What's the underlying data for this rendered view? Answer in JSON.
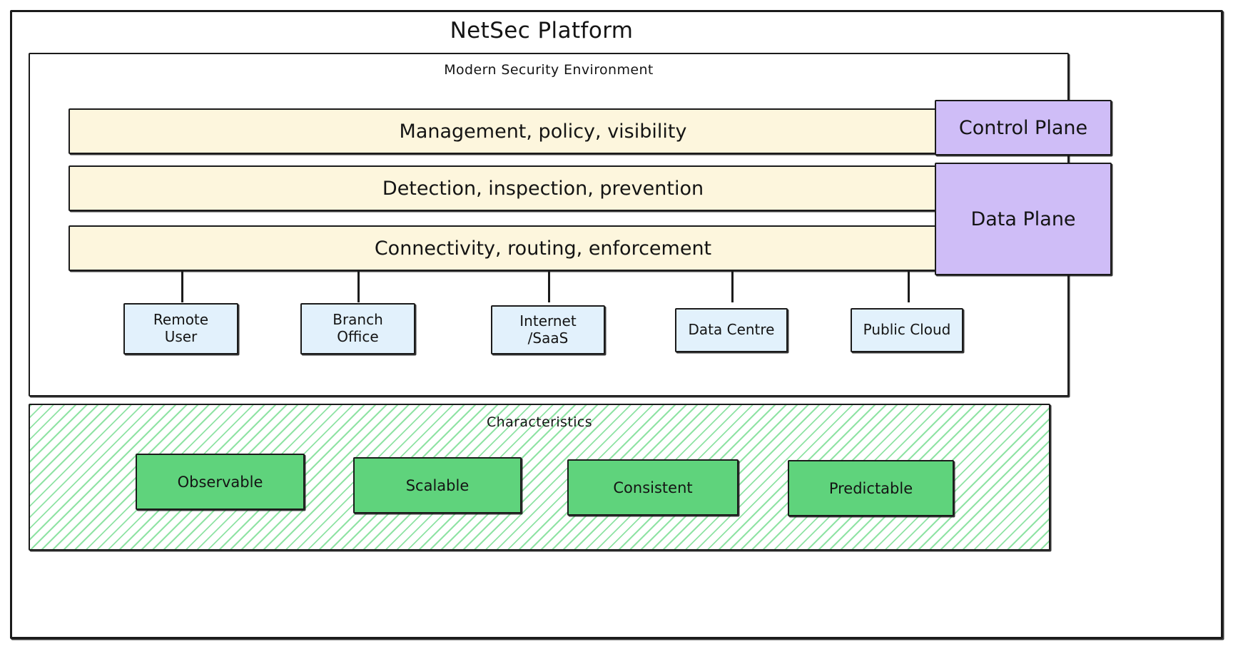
{
  "diagram": {
    "title": "NetSec Platform",
    "subtitle": "Modern Security Environment",
    "characteristics_title": "Characteristics",
    "accent_colors": {
      "layer_fill": "#fdf6dd",
      "plane_fill": "#cfbdf7",
      "node_fill": "#e2f1fc",
      "characteristic_fill": "#5fd37c",
      "hatch_line": "#8fe3a4",
      "stroke": "#1b1b1b"
    },
    "layers": [
      {
        "label": "Management, policy, visibility"
      },
      {
        "label": "Detection, inspection, prevention"
      },
      {
        "label": "Connectivity, routing, enforcement"
      }
    ],
    "planes": [
      {
        "label": "Control Plane"
      },
      {
        "label": "Data Plane"
      }
    ],
    "nodes": [
      {
        "label": "Remote\nUser"
      },
      {
        "label": "Branch\nOffice"
      },
      {
        "label": "Internet\n/SaaS"
      },
      {
        "label": "Data Centre"
      },
      {
        "label": "Public Cloud"
      }
    ],
    "characteristics": [
      {
        "label": "Observable"
      },
      {
        "label": "Scalable"
      },
      {
        "label": "Consistent"
      },
      {
        "label": "Predictable"
      }
    ]
  }
}
